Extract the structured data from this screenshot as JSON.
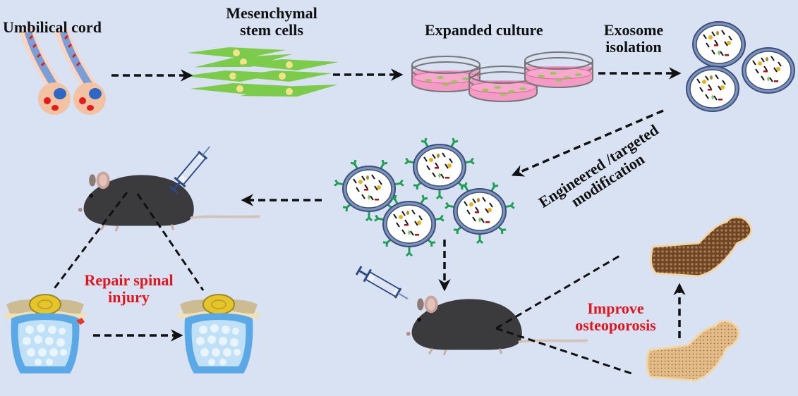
{
  "labels": {
    "umbilical_cord": "Umbilical cord",
    "msc_line1": "Mesenchymal",
    "msc_line2": "stem cells",
    "expanded_culture": "Expanded culture",
    "exosome_line1": "Exosome",
    "exosome_line2": "isolation",
    "engineered_line1": "Engineered /targeted",
    "engineered_line2": "modification",
    "repair_line1": "Repair spinal",
    "repair_line2": "injury",
    "improve_line1": "Improve",
    "improve_line2": "osteoporosis"
  },
  "colors": {
    "background": "#d9e2f2",
    "arrow": "#111111",
    "outcome_text": "#e3141b",
    "msc_cell": "#7ccb4b",
    "nucleus": "#f3e38a",
    "culture_media": "#f39bc4",
    "exosome_membrane": "#3b5078",
    "exosome_ring": "#7d93bd",
    "ligand": "#1f9e55",
    "cord_tissue": "#f7d5c0",
    "cord_vessel": "#7b9ed4",
    "cord_artery": "#e21b1b",
    "bone_healthy": "#8a5a34",
    "bone_porous": "#d8ad79",
    "spinal_disc": "#6bb7ea"
  }
}
